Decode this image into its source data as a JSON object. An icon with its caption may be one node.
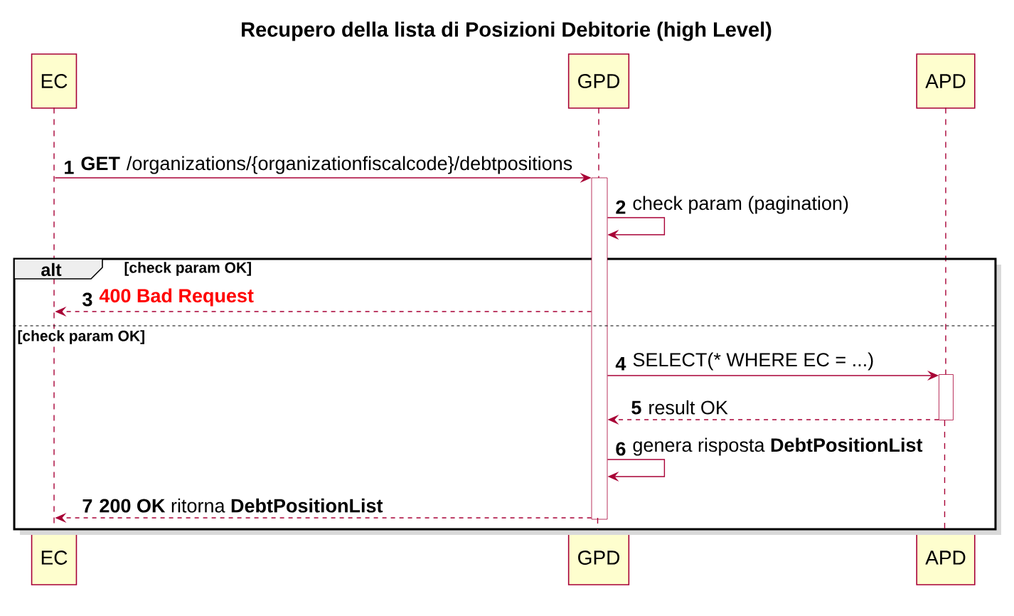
{
  "diagram": {
    "title": "Recupero della lista di Posizioni Debitorie (high Level)",
    "nodes": [
      {
        "text": [
          "EC"
        ]
      },
      {
        "text": [
          "GPD"
        ]
      },
      {
        "text": [
          "APD"
        ]
      },
      {
        "text": [
          "EC"
        ]
      },
      {
        "text": [
          "GPD"
        ]
      },
      {
        "text": [
          "APD"
        ]
      },
      {
        "text": [
          "alt",
          "[check param OK]"
        ]
      },
      {
        "text": [],
        "shape": "bar"
      },
      {
        "text": [],
        "shape": "bar",
        "in": 6
      },
      {
        "text": [],
        "shape": "line"
      },
      {
        "text": [],
        "shape": "line"
      },
      {
        "text": [],
        "shape": "line"
      },
      {
        "text": [],
        "shape": "line",
        "in": 6
      },
      {
        "text": [],
        "shape": "line",
        "in": 6
      }
    ],
    "edges": [
      {
        "from": 9,
        "to": 7,
        "arrow": "to",
        "label": "**GET** /organizations/{organizationfiscalcode}/debtpositions"
      },
      {
        "from": 7,
        "to": 7,
        "arrow": "to",
        "label": "check param (pagination)"
      },
      {
        "from": 7,
        "to": 9,
        "arrow": "to",
        "label": "**400 Bad Request**",
        "style": "dashed"
      },
      {
        "from": 7,
        "to": 8,
        "arrow": "to",
        "label": "SELECT(* WHERE EC = ...)"
      },
      {
        "from": 8,
        "to": 7,
        "arrow": "to",
        "label": "result OK",
        "style": "dashed"
      },
      {
        "from": 7,
        "to": 7,
        "arrow": "to",
        "label": "genera risposta **DebtPositionList**"
      },
      {
        "from": 7,
        "to": 9,
        "arrow": "to",
        "label": "**200 OK** ritorna **DebtPositionList**",
        "style": "dashed"
      }
    ],
    "labels": [
      "1",
      "2",
      "3",
      "[check param OK]",
      "4",
      "5",
      "6",
      "7"
    ]
  }
}
